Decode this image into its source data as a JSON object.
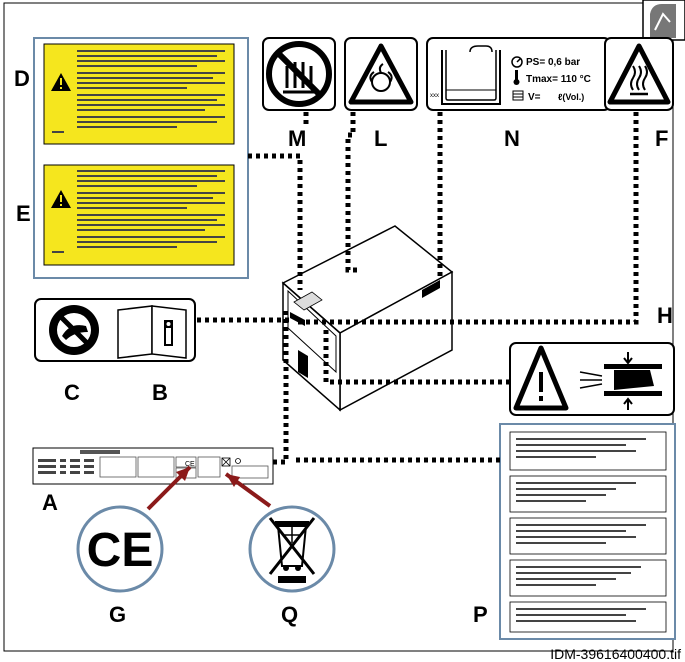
{
  "labels": {
    "A": "A",
    "B": "B",
    "C": "C",
    "D": "D",
    "E": "E",
    "F": "F",
    "G": "G",
    "H": "H",
    "L": "L",
    "M": "M",
    "N": "N",
    "P": "P",
    "Q": "Q"
  },
  "pressure_panel": {
    "ps": "PS= 0,6 bar",
    "tmax": "Tmax= 110 °C",
    "volume_prefix": "V=",
    "volume_value": "ℓ(Vol.)"
  },
  "ce_mark": "CE",
  "filename": "IDM-39616400400.tif",
  "colors": {
    "yellow_label": "#f5e61e",
    "line": "#000000",
    "border": "#6b8aa8",
    "arrow": "#8b1a1a"
  }
}
